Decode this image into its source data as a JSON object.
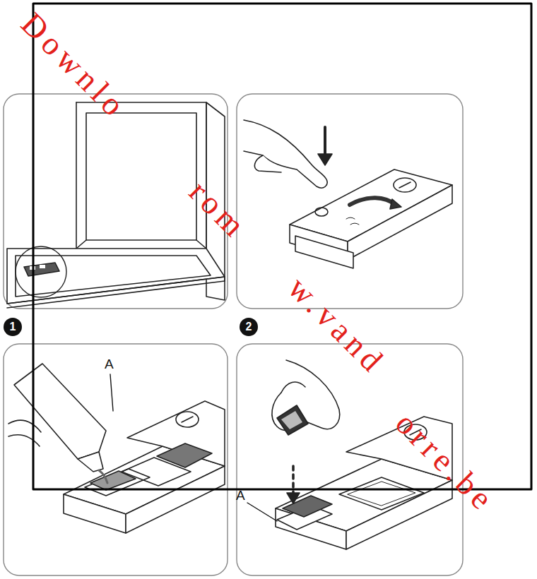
{
  "diagram": {
    "nodes": [
      {
        "text": [
          "1"
        ]
      },
      {
        "text": [
          "2"
        ]
      }
    ],
    "labels": [
      "Downlo",
      "rom",
      "w.vand",
      "orre.be",
      "A",
      "A"
    ]
  }
}
